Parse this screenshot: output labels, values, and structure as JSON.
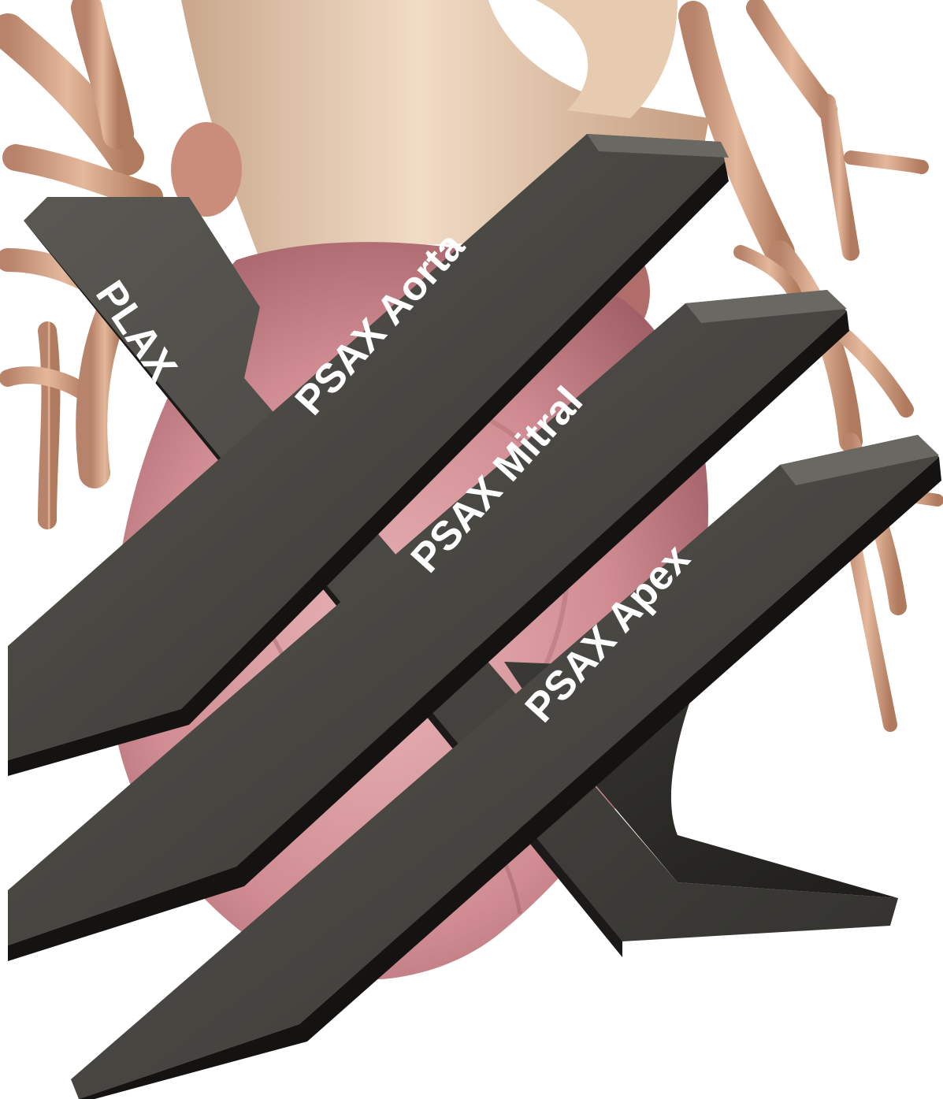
{
  "labels": {
    "plax": "PLAX",
    "psax_aorta": "PSAX Aorta",
    "psax_mitral": "PSAX Mitral",
    "psax_apex": "PSAX Apex"
  },
  "colors": {
    "background": "#ffffff",
    "vessel": "#d7a88a",
    "vessel_shadow": "#b07a5e",
    "aorta": "#e6cdb2",
    "heart": "#d89ba0",
    "heart_dark": "#a9666c",
    "slab_top": "#4e4c48",
    "slab_face": "#2a2926",
    "slab_side": "#111110",
    "label": "#ffffff"
  },
  "icons": {
    "figure": "heart-echo-planes-illustration"
  }
}
